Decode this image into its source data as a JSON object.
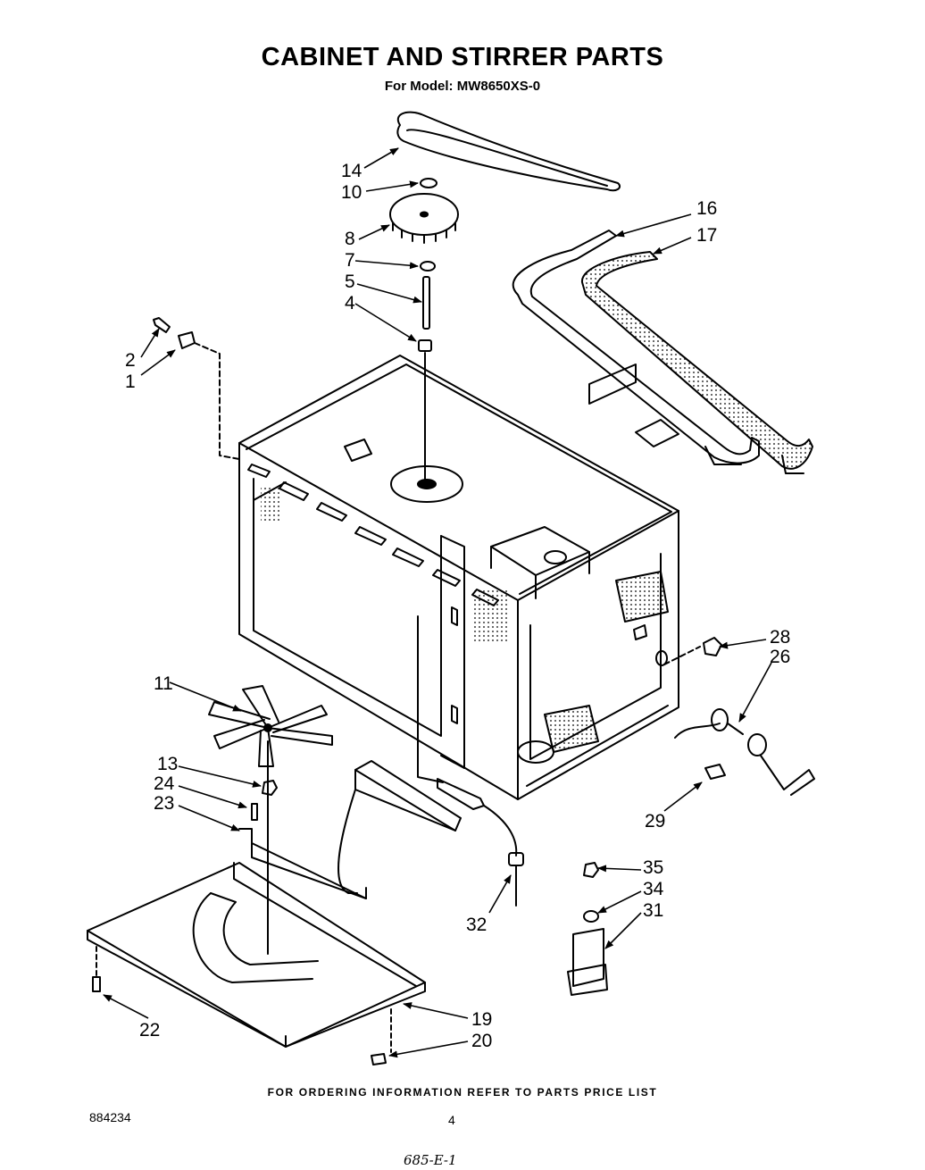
{
  "title": "CABINET AND STIRRER PARTS",
  "subtitle": "For Model: MW8650XS-0",
  "footer_note": "FOR ORDERING INFORMATION REFER TO PARTS PRICE LIST",
  "doc_number": "884234",
  "page_number": "4",
  "handwritten_note": "685-E-1",
  "callouts": [
    {
      "id": "c14",
      "label": "14"
    },
    {
      "id": "c10",
      "label": "10"
    },
    {
      "id": "c8",
      "label": "8"
    },
    {
      "id": "c7",
      "label": "7"
    },
    {
      "id": "c5",
      "label": "5"
    },
    {
      "id": "c4",
      "label": "4"
    },
    {
      "id": "c2",
      "label": "2"
    },
    {
      "id": "c1",
      "label": "1"
    },
    {
      "id": "c16",
      "label": "16"
    },
    {
      "id": "c17",
      "label": "17"
    },
    {
      "id": "c28",
      "label": "28"
    },
    {
      "id": "c26",
      "label": "26"
    },
    {
      "id": "c11",
      "label": "11"
    },
    {
      "id": "c13",
      "label": "13"
    },
    {
      "id": "c24",
      "label": "24"
    },
    {
      "id": "c23",
      "label": "23"
    },
    {
      "id": "c29",
      "label": "29"
    },
    {
      "id": "c35",
      "label": "35"
    },
    {
      "id": "c34",
      "label": "34"
    },
    {
      "id": "c31",
      "label": "31"
    },
    {
      "id": "c32",
      "label": "32"
    },
    {
      "id": "c19",
      "label": "19"
    },
    {
      "id": "c20",
      "label": "20"
    },
    {
      "id": "c22",
      "label": "22"
    }
  ]
}
